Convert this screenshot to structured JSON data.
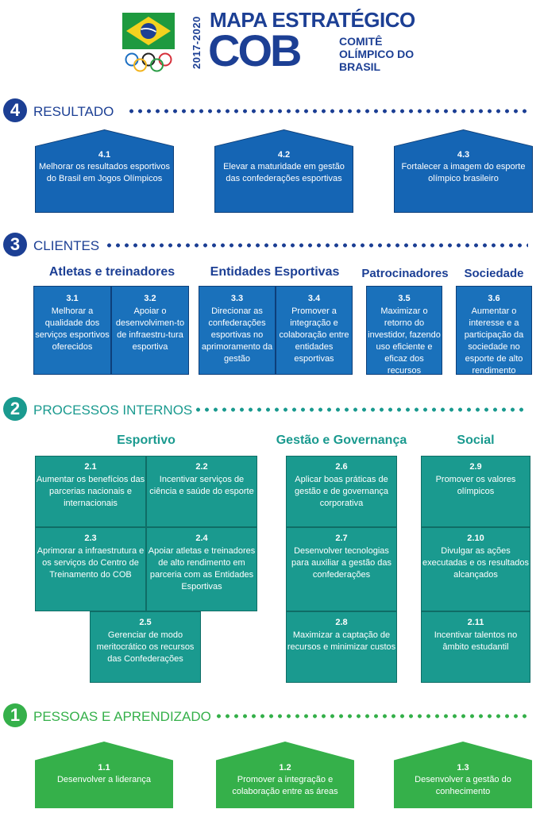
{
  "header": {
    "years": "2017-2020",
    "title_line1": "MAPA ESTRATÉGICO",
    "title_line2": "COB",
    "title_line3": "COMITÊ OLÍMPICO DO BRASIL"
  },
  "colors": {
    "navy": "#1c3f94",
    "blue_box": "#1a71bb",
    "teal": "#1a9a8f",
    "green": "#35b04a"
  },
  "sections": {
    "resultado": {
      "num": "4",
      "label": "RESULTADO"
    },
    "clientes": {
      "num": "3",
      "label": "CLIENTES"
    },
    "processos": {
      "num": "2",
      "label": "PROCESSOS INTERNOS"
    },
    "pessoas": {
      "num": "1",
      "label": "PESSOAS E APRENDIZADO"
    }
  },
  "resultado": [
    {
      "num": "4.1",
      "text": "Melhorar os resultados esportivos do Brasil em Jogos Olímpicos"
    },
    {
      "num": "4.2",
      "text": "Elevar a maturidade em gestão das confederações esportivas"
    },
    {
      "num": "4.3",
      "text": "Fortalecer a imagem do esporte olímpico brasileiro"
    }
  ],
  "client_groups": {
    "atletas": "Atletas e treinadores",
    "entidades": "Entidades Esportivas",
    "patrocinadores": "Patrocinadores",
    "sociedade": "Sociedade"
  },
  "clientes": [
    {
      "num": "3.1",
      "text": "Melhorar a qualidade dos serviços esportivos oferecidos"
    },
    {
      "num": "3.2",
      "text": "Apoiar o desenvolvimen-to de infraestru-tura esportiva"
    },
    {
      "num": "3.3",
      "text": "Direcionar as confederações esportivas no aprimoramento da gestão"
    },
    {
      "num": "3.4",
      "text": "Promover a integração e colaboração entre entidades esportivas"
    },
    {
      "num": "3.5",
      "text": "Maximizar o retorno do investidor, fazendo uso eficiente e eficaz dos recursos"
    },
    {
      "num": "3.6",
      "text": "Aumentar o interesse e a participação da sociedade no esporte de alto rendimento"
    }
  ],
  "process_groups": {
    "esportivo": "Esportivo",
    "gestao": "Gestão e Governança",
    "social": "Social"
  },
  "processos": [
    {
      "num": "2.1",
      "text": "Aumentar os benefícios das parcerias nacionais e internacionais"
    },
    {
      "num": "2.2",
      "text": "Incentivar serviços de ciência e saúde do esporte"
    },
    {
      "num": "2.3",
      "text": "Aprimorar a infraestrutura e os serviços do Centro de Treinamento do COB"
    },
    {
      "num": "2.4",
      "text": "Apoiar atletas e treinadores de alto rendimento em parceria com as Entidades Esportivas"
    },
    {
      "num": "2.5",
      "text": "Gerenciar de modo meritocrático os recursos das Confederações"
    },
    {
      "num": "2.6",
      "text": "Aplicar boas práticas de gestão e de governança corporativa"
    },
    {
      "num": "2.7",
      "text": "Desenvolver tecnologias para auxiliar a gestão das confederações"
    },
    {
      "num": "2.8",
      "text": "Maximizar a captação de recursos e minimizar custos"
    },
    {
      "num": "2.9",
      "text": "Promover os valores olímpicos"
    },
    {
      "num": "2.10",
      "text": "Divulgar as ações executadas e os resultados alcançados"
    },
    {
      "num": "2.11",
      "text": "Incentivar talentos no âmbito estudantil"
    }
  ],
  "pessoas": [
    {
      "num": "1.1",
      "text": "Desenvolver a liderança"
    },
    {
      "num": "1.2",
      "text": "Promover a integração e colaboração entre as áreas"
    },
    {
      "num": "1.3",
      "text": "Desenvolver a gestão do conhecimento"
    }
  ]
}
